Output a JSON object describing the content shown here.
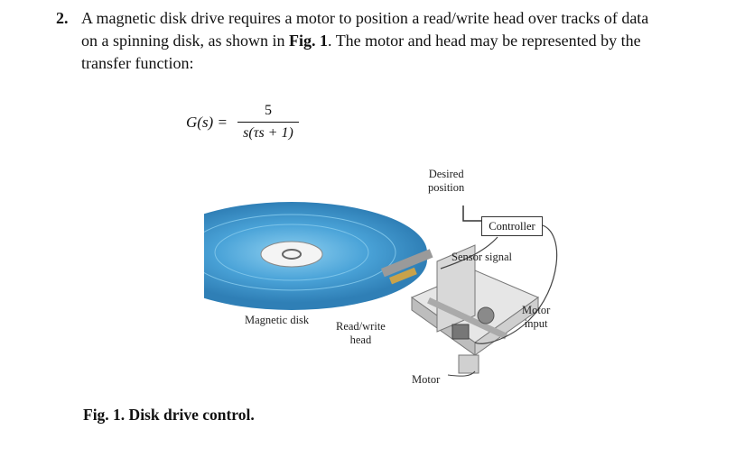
{
  "problem": {
    "number": "2.",
    "text_line1": "A magnetic disk drive requires a motor to position a read/write head over tracks of data",
    "text_line2_pre": "on a spinning disk, as shown in ",
    "text_line2_ref": "Fig. 1",
    "text_line2_post": ". The motor and head may be represented by the",
    "text_line3": "transfer function:"
  },
  "formula": {
    "lhs": "G(s) =",
    "numerator": "5",
    "denominator": "s(τs + 1)"
  },
  "figure": {
    "labels": {
      "desired_position": [
        "Desired",
        "position"
      ],
      "controller": "Controller",
      "sensor_signal": "Sensor signal",
      "magnetic_disk": "Magnetic disk",
      "read_write_head": [
        "Read/write",
        "head"
      ],
      "motor_input": [
        "Motor",
        "input"
      ],
      "motor": "Motor"
    },
    "colors": {
      "disk": "#4aa3d8",
      "disk_dark": "#2f7fb6",
      "metal": "#b9b9b9"
    }
  },
  "caption": "Fig. 1.  Disk drive control."
}
